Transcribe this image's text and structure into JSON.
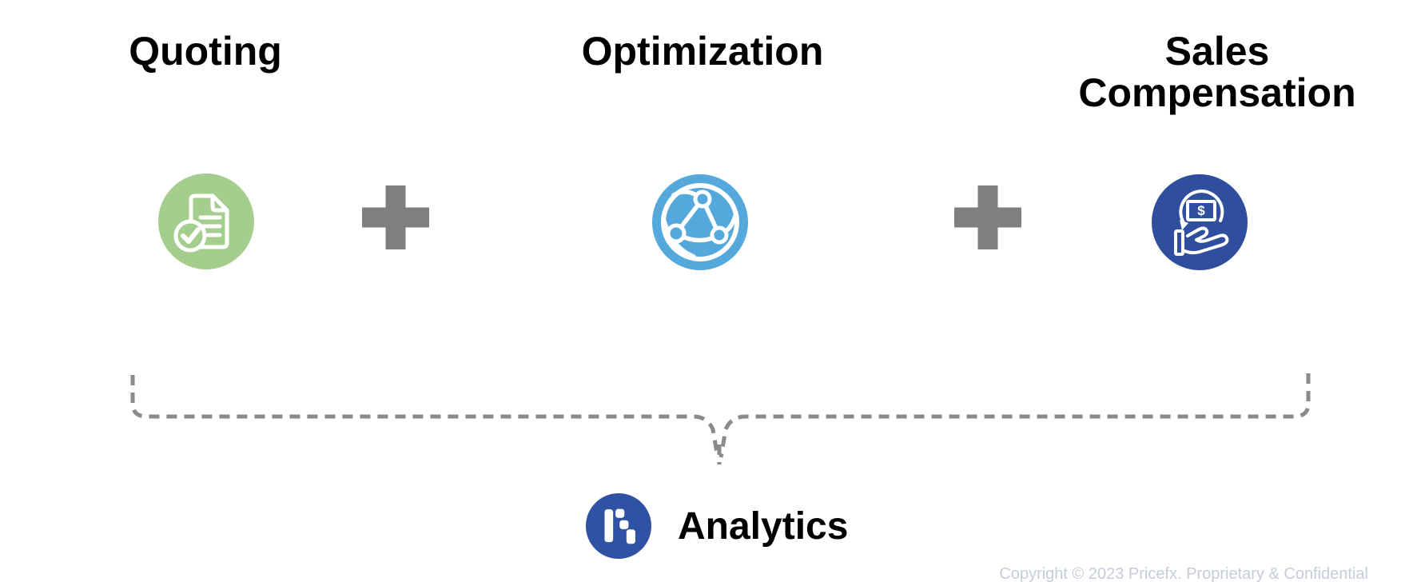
{
  "page": {
    "background": "#ffffff"
  },
  "diagram": {
    "plus_symbol": "+",
    "plus_color": "#7f7f7f",
    "bracket_color": "#8a8a8a",
    "columns": [
      {
        "title": "Quoting",
        "icon": "document-check-icon",
        "circle_color": "#a5cd8d"
      },
      {
        "title": "Optimization",
        "icon": "network-globe-icon",
        "circle_color": "#55a8db"
      },
      {
        "title": "Sales Compensation",
        "icon": "cash-in-hand-icon",
        "circle_color": "#2f4f9e",
        "dollar_symbol": "$"
      }
    ],
    "analytics": {
      "label": "Analytics",
      "icon": "pricefx-logo-icon",
      "circle_color": "#2f52a4"
    }
  },
  "footer": {
    "text": "Copyright © 2023 Pricefx. Proprietary & Confidential",
    "color": "#c6ccda"
  }
}
